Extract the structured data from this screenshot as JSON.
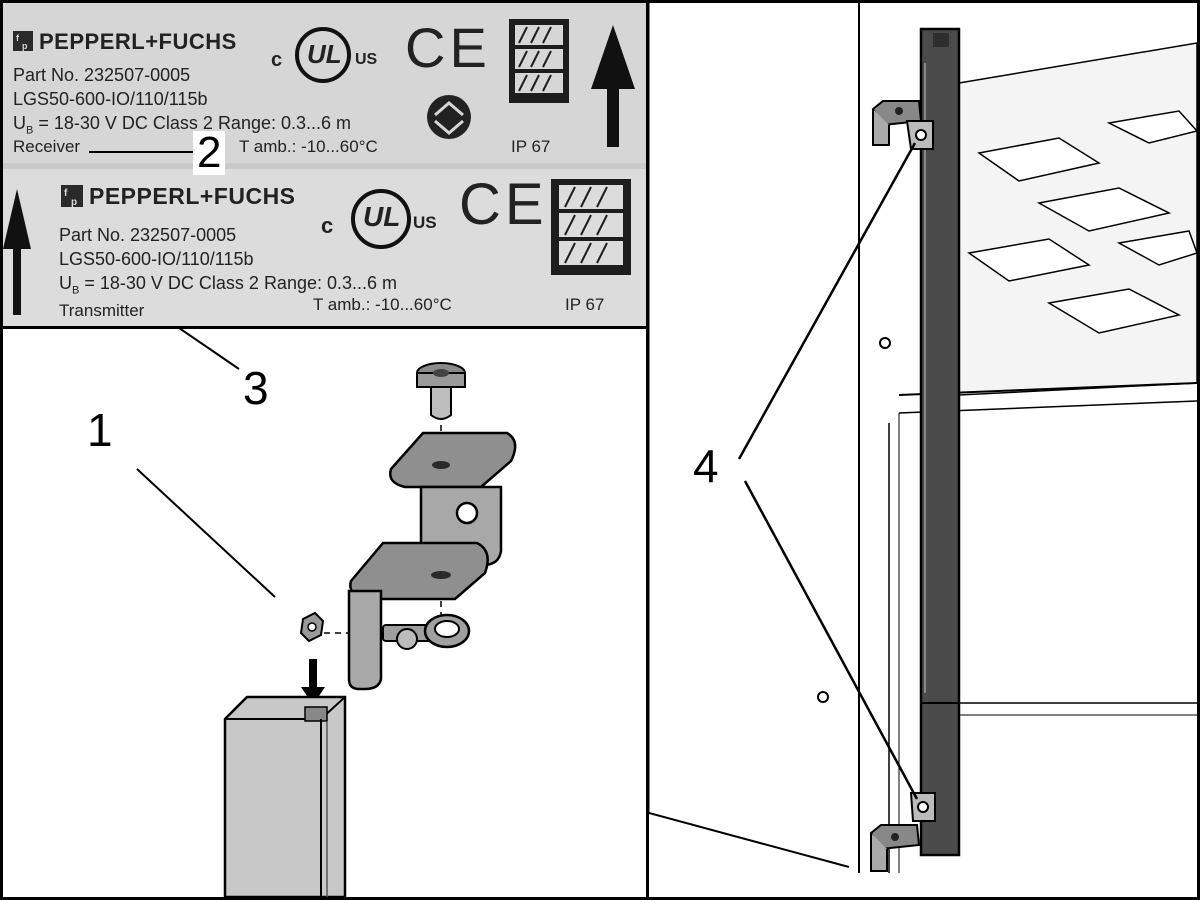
{
  "receiver_label": {
    "brand": "PEPPERL+FUCHS",
    "part_no": "Part No. 232507-0005",
    "model": "LGS50-600-IO/110/115b",
    "supply": "U",
    "supply_sub": "B",
    "supply_rest": "= 18-30 V DC  Class 2  Range: 0.3...6 m",
    "role": "Receiver",
    "temp": "T amb.: -10...60°C",
    "ip": "IP 67",
    "ul_c": "c",
    "ul_mark": "UL",
    "ul_us": "US",
    "ce": "CE"
  },
  "transmitter_label": {
    "brand": "PEPPERL+FUCHS",
    "part_no": "Part No. 232507-0005",
    "model": "LGS50-600-IO/110/115b",
    "supply": "U",
    "supply_sub": "B",
    "supply_rest": "= 18-30 V DC  Class 2   Range: 0.3...6 m",
    "role": "Transmitter",
    "temp": "T amb.: -10...60°C",
    "ip": "IP 67",
    "ul_c": "c",
    "ul_mark": "UL",
    "ul_us": "US",
    "ce": "CE"
  },
  "callouts": {
    "c1": "1",
    "c2": "2",
    "c3": "3",
    "c4": "4"
  },
  "icons": [
    "pf-logo-icon",
    "ul-mark-icon",
    "ce-mark-icon",
    "weee-icon",
    "arrow-up-icon",
    "receiver-symbol-icon"
  ]
}
